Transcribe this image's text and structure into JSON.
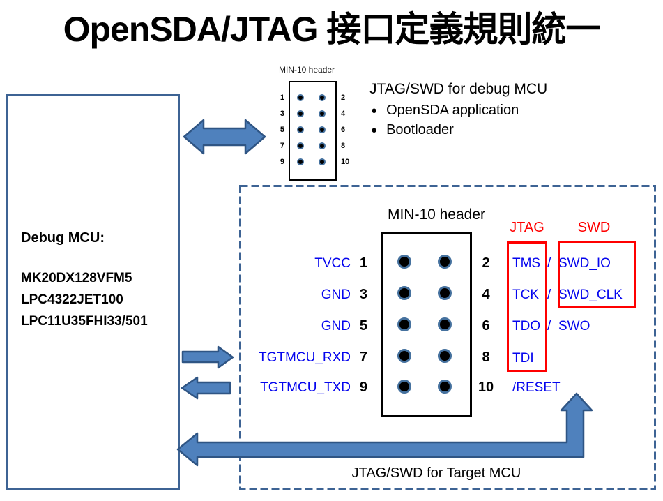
{
  "title": "OpenSDA/JTAG 接口定義規則統一",
  "colors": {
    "arrow_fill": "#4F81BD",
    "arrow_outline": "#2F5584",
    "box_border": "#3D6394",
    "signal_blue": "#0505EE",
    "highlight_red": "#FF0000"
  },
  "debug_box": {
    "label": "Debug MCU:",
    "chips": [
      "MK20DX128VFM5",
      "LPC4322JET100",
      "LPC11U35FHI33/501"
    ]
  },
  "small_header": {
    "title": "MIN-10 header",
    "left_pins": [
      "1",
      "3",
      "5",
      "7",
      "9"
    ],
    "right_pins": [
      "2",
      "4",
      "6",
      "8",
      "10"
    ]
  },
  "debug_info": {
    "heading": "JTAG/SWD for debug MCU",
    "bullet_glyph": "●",
    "bullets": [
      "OpenSDA application",
      "Bootloader"
    ]
  },
  "target_header": {
    "title": "MIN-10 header",
    "jtag_label": "JTAG",
    "swd_label": "SWD",
    "rows": [
      {
        "left_label": "TVCC",
        "left_pin": "1",
        "right_pin": "2",
        "sig_a": "TMS",
        "sig_sep": "/",
        "sig_b": "SWD_IO"
      },
      {
        "left_label": "GND",
        "left_pin": "3",
        "right_pin": "4",
        "sig_a": "TCK",
        "sig_sep": "/",
        "sig_b": "SWD_CLK"
      },
      {
        "left_label": "GND",
        "left_pin": "5",
        "right_pin": "6",
        "sig_a": "TDO",
        "sig_sep": "/",
        "sig_b": "SWO"
      },
      {
        "left_label": "TGTMCU_RXD",
        "left_pin": "7",
        "right_pin": "8",
        "sig_a": "TDI",
        "sig_sep": "",
        "sig_b": ""
      },
      {
        "left_label": "TGTMCU_TXD",
        "left_pin": "9",
        "right_pin": "10",
        "sig_a": "/RESET",
        "sig_sep": "",
        "sig_b": ""
      }
    ]
  },
  "target_caption": "JTAG/SWD for Target MCU"
}
